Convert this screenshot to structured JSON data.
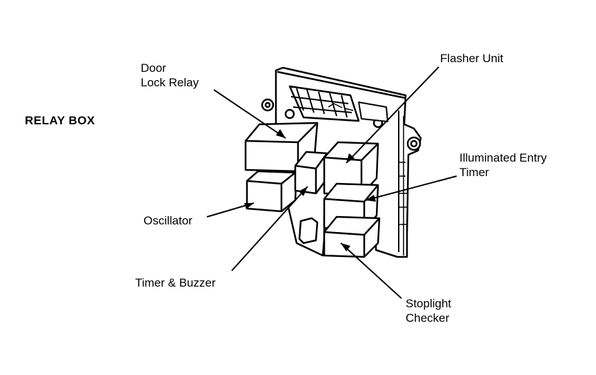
{
  "title": "RELAY BOX",
  "labels": {
    "door_lock_relay": "Door\nLock Relay",
    "flasher_unit": "Flasher Unit",
    "illuminated_entry_timer": "Illuminated Entry\nTimer",
    "oscillator": "Oscillator",
    "timer_buzzer": "Timer & Buzzer",
    "stoplight_checker": "Stoplight\nChecker"
  },
  "colors": {
    "ink": "#000000",
    "background": "#ffffff"
  }
}
